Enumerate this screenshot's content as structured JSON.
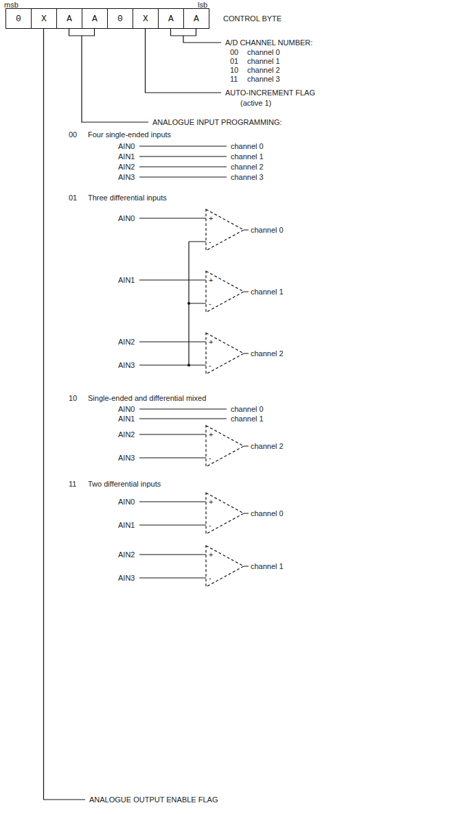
{
  "diagram": {
    "nodes": [
      {
        "text": [
          "0"
        ]
      },
      {
        "text": [
          "X"
        ]
      },
      {
        "text": [
          "A"
        ]
      },
      {
        "text": [
          "A"
        ]
      },
      {
        "text": [
          "0"
        ]
      },
      {
        "text": [
          "X"
        ]
      },
      {
        "text": [
          "A"
        ]
      },
      {
        "text": [
          "A"
        ]
      }
    ],
    "labels": [
      "msb",
      "lsb",
      "CONTROL BYTE",
      "A/D CHANNEL NUMBER:",
      "00",
      "channel 0",
      "01",
      "channel 1",
      "10",
      "channel 2",
      "11",
      "channel 3",
      "AUTO-INCREMENT FLAG",
      "(active 1)",
      "ANALOGUE INPUT PROGRAMMING:",
      "00",
      "Four single-ended inputs",
      "AIN0",
      "channel 0",
      "AIN1",
      "channel 1",
      "AIN2",
      "channel 2",
      "AIN3",
      "channel 3",
      "01",
      "Three differential inputs",
      "AIN0",
      "+",
      "-",
      "channel 0",
      "AIN1",
      "+",
      "-",
      "channel 1",
      "AIN2",
      "+",
      "AIN3",
      "-",
      "channel 2",
      "10",
      "Single-ended and differential mixed",
      "AIN0",
      "channel 0",
      "AIN1",
      "channel 1",
      "AIN2",
      "+",
      "AIN3",
      "-",
      "channel 2",
      "11",
      "Two differential inputs",
      "AIN0",
      "+",
      "AIN1",
      "-",
      "channel 0",
      "AIN2",
      "+",
      "AIN3",
      "-",
      "channel 1",
      "ANALOGUE OUTPUT ENABLE FLAG"
    ]
  }
}
